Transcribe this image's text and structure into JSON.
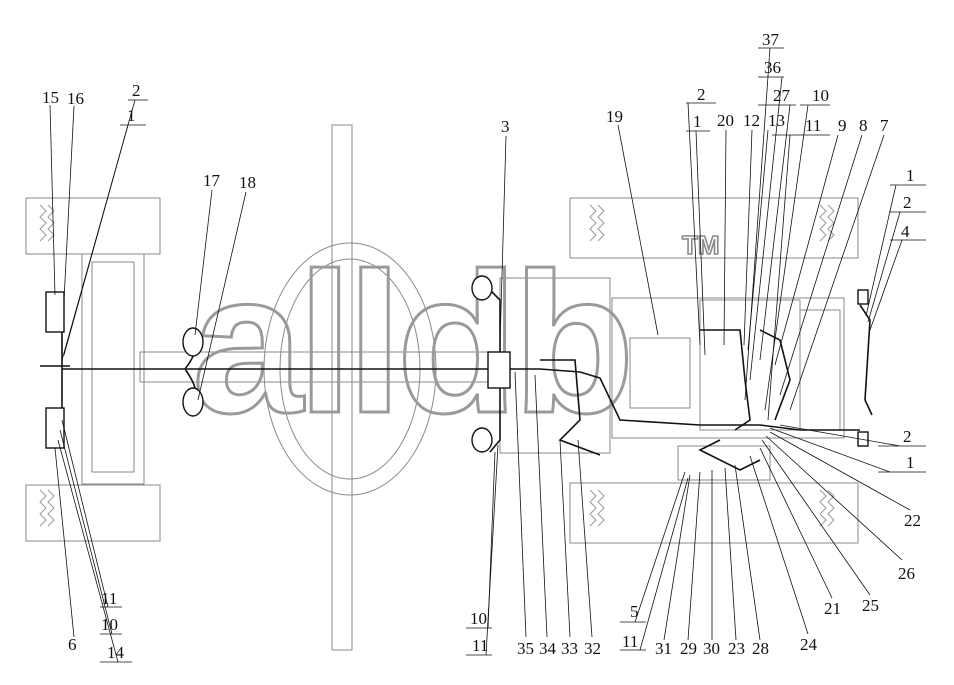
{
  "watermark": {
    "text": "alldb",
    "trademark": "TM"
  },
  "callouts": [
    "15",
    "16",
    "2",
    "1",
    "17",
    "18",
    "3",
    "19",
    "2",
    "1",
    "20",
    "12",
    "13",
    "27",
    "36",
    "37",
    "10",
    "11",
    "9",
    "8",
    "7",
    "1",
    "2",
    "4",
    "2",
    "1",
    "22",
    "26",
    "25",
    "21",
    "24",
    "28",
    "23",
    "30",
    "29",
    "31",
    "11",
    "5",
    "32",
    "33",
    "34",
    "35",
    "10",
    "11",
    "11",
    "10",
    "14",
    "6"
  ]
}
